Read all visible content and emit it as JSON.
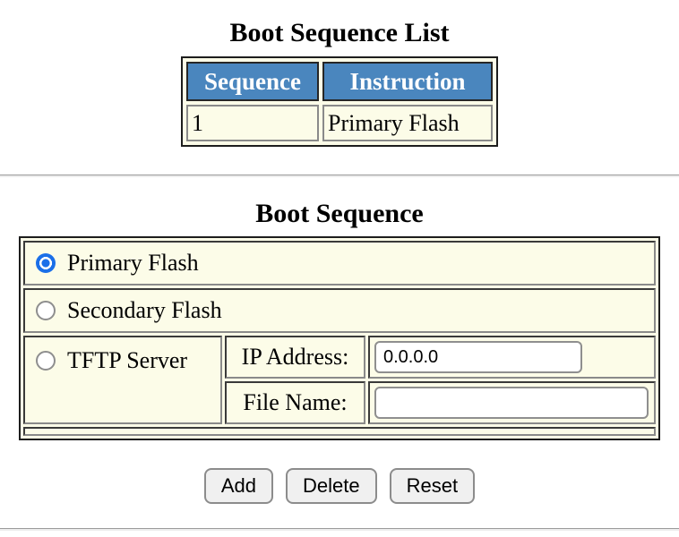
{
  "list_section": {
    "title": "Boot Sequence List",
    "columns": [
      "Sequence",
      "Instruction"
    ],
    "rows": [
      {
        "sequence": "1",
        "instruction": "Primary Flash"
      }
    ]
  },
  "form_section": {
    "title": "Boot Sequence",
    "options": {
      "primary": {
        "label": "Primary Flash",
        "selected": true
      },
      "secondary": {
        "label": "Secondary Flash",
        "selected": false
      },
      "tftp": {
        "label": "TFTP Server",
        "selected": false
      }
    },
    "ip_field": {
      "label": "IP Address:",
      "value": "0.0.0.0"
    },
    "file_field": {
      "label": "File Name:",
      "value": ""
    }
  },
  "actions": {
    "add": "Add",
    "delete": "Delete",
    "reset": "Reset"
  },
  "colors": {
    "table_background": "#FCFCE8",
    "header_background": "#4A86BE",
    "header_text": "#FFFFFF",
    "radio_selected": "#1B6FE8",
    "divider": "#9B9B9B"
  }
}
